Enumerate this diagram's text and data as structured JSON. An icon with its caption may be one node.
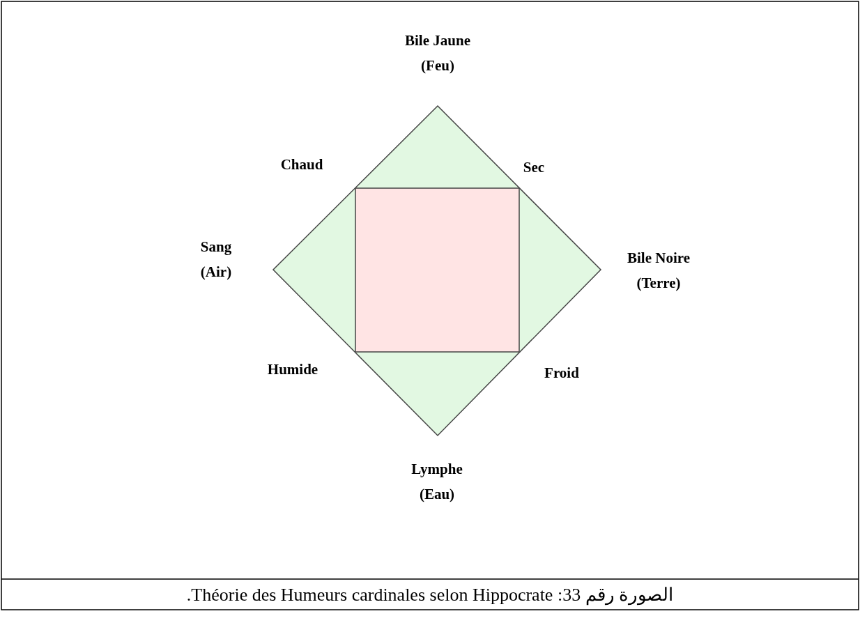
{
  "diagram": {
    "caption": "الصورة رقم 33: Théorie des Humeurs cardinales selon Hippocrate.",
    "labels": [
      "Bile Jaune (Feu)",
      "Chaud",
      "Sec",
      "Sang (Air)",
      "Bile Noire (Terre)",
      "Humide",
      "Froid",
      "Lymphe (Eau)"
    ]
  }
}
